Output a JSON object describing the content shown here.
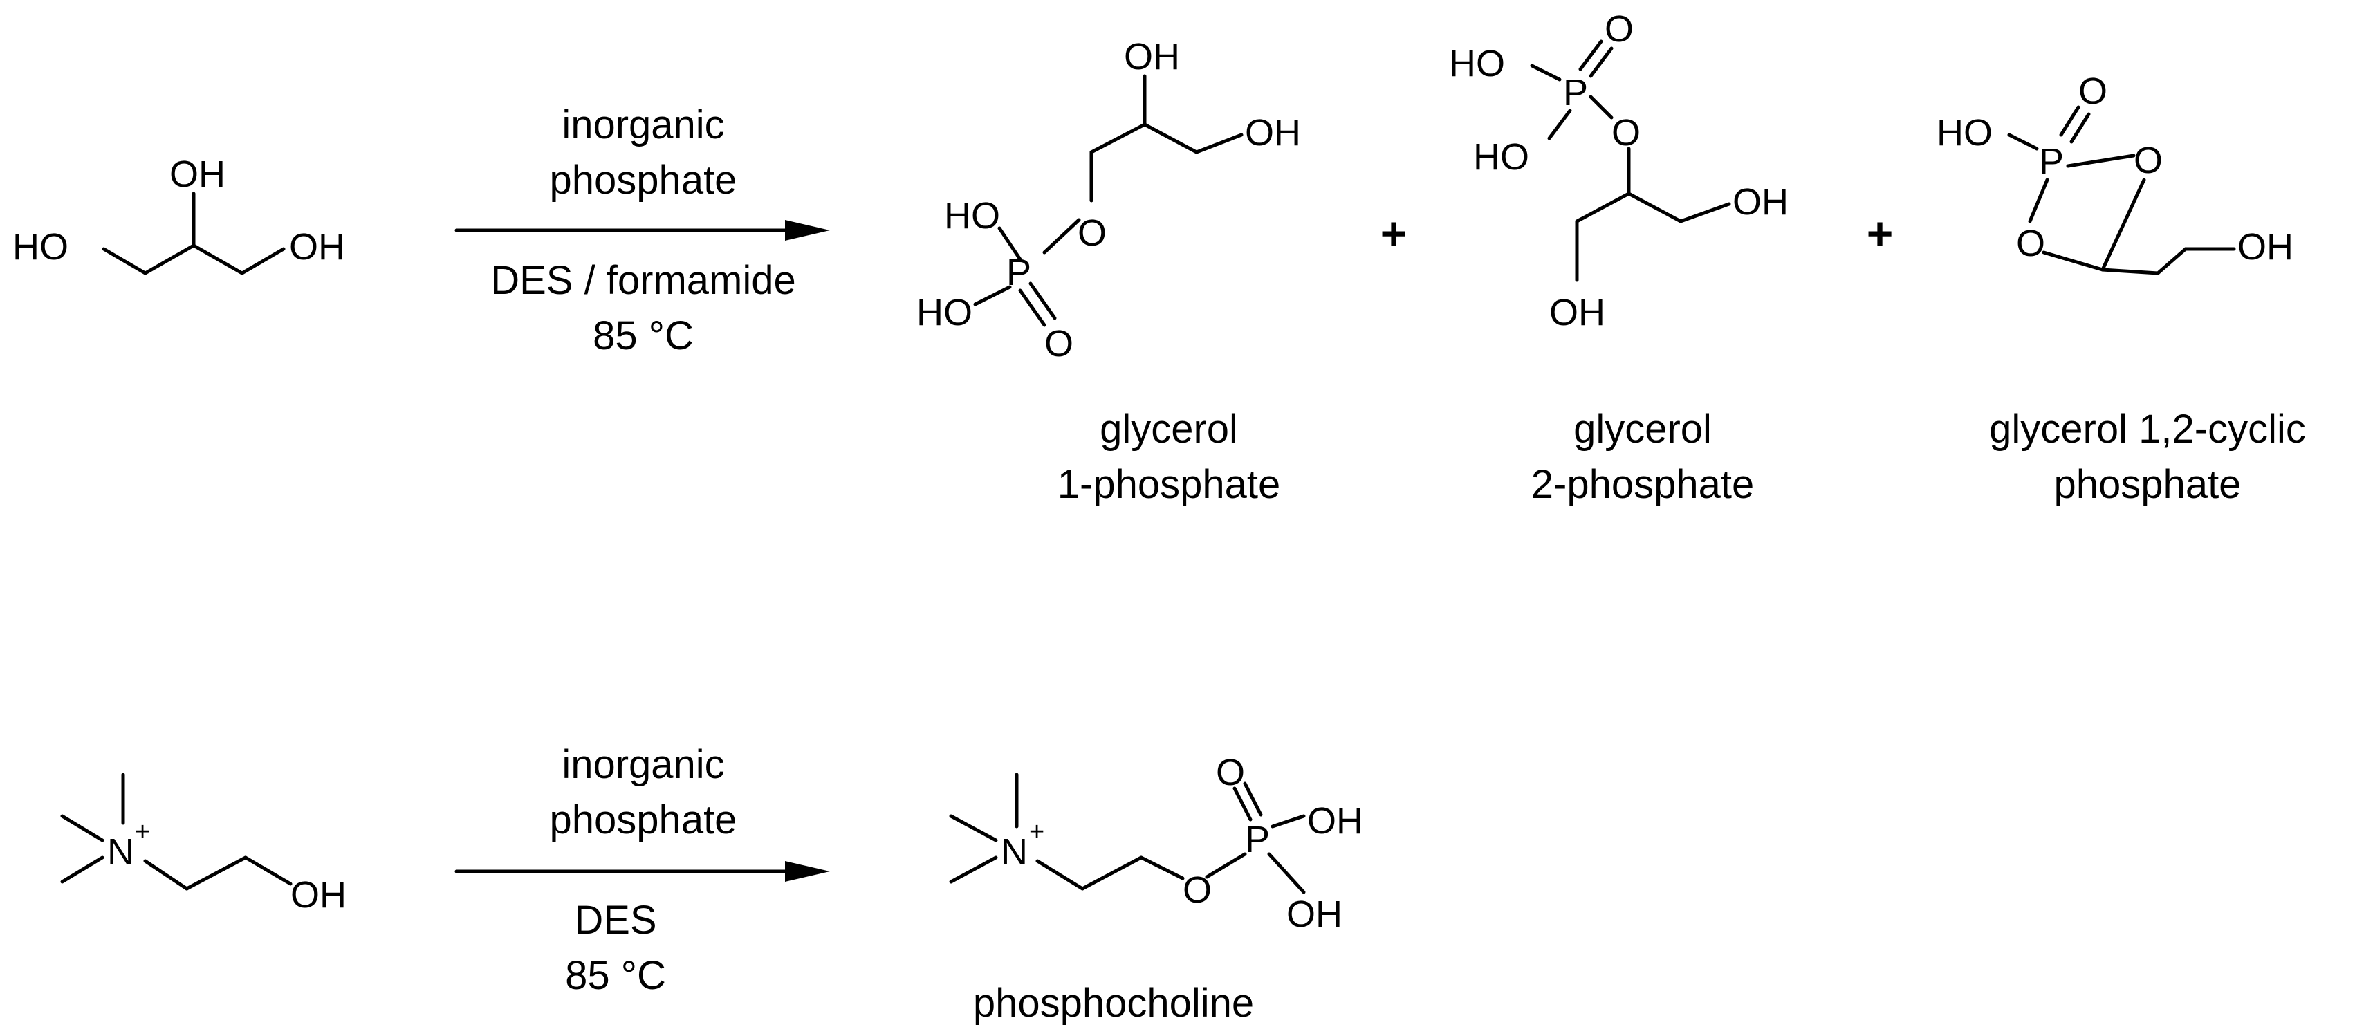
{
  "reactions": [
    {
      "conditions_above": [
        "inorganic",
        "phosphate"
      ],
      "conditions_below": [
        "DES / formamide",
        "85 °C"
      ],
      "products": [
        {
          "name": [
            "glycerol",
            "1-phosphate"
          ]
        },
        {
          "name": [
            "glycerol",
            "2-phosphate"
          ]
        },
        {
          "name": [
            "glycerol 1,2-cyclic",
            "phosphate"
          ]
        }
      ],
      "plus_sign": "+"
    },
    {
      "conditions_above": [
        "inorganic",
        "phosphate"
      ],
      "conditions_below": [
        "DES",
        "85 °C"
      ],
      "products": [
        {
          "name": [
            "phosphocholine"
          ]
        }
      ]
    }
  ],
  "atoms": {
    "oh": "OH",
    "ho": "HO",
    "o": "O",
    "p": "P",
    "n": "N",
    "charge": "+"
  }
}
